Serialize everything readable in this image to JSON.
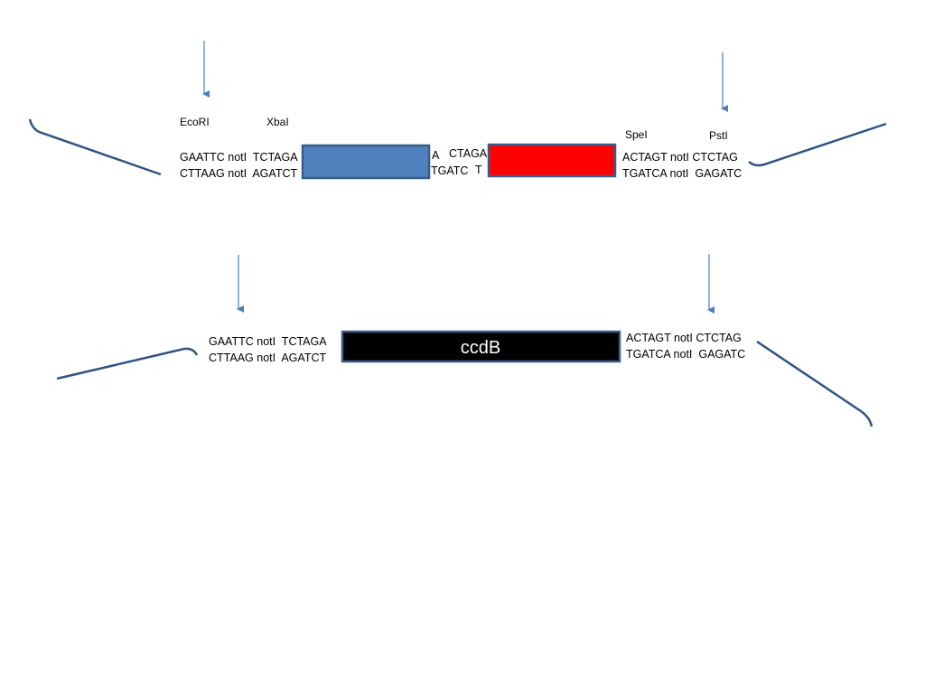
{
  "colors": {
    "line": "#2f5383",
    "arrow": "#4a7ebb",
    "box_stroke": "#385d8a",
    "blue_box": "#4f81bd",
    "red_box": "#ff0000",
    "black_box": "#000000"
  },
  "top_construct": {
    "enzymes": {
      "ecori": "EcoRI",
      "xbai": "XbaI",
      "spei": "SpeI",
      "psti": "PstI"
    },
    "left_site": {
      "top": "GAATTC notI  TCTAGA",
      "bottom": "CTTAAG notI  AGATCT"
    },
    "junction": {
      "top_a": "A",
      "top_ctaga": "CTAGA",
      "bottom_tgatc": "TGATC",
      "bottom_t": "T"
    },
    "right_site": {
      "top": "ACTAGT notI CTCTAG",
      "bottom": "TGATCA notI  GAGATC"
    }
  },
  "bottom_construct": {
    "left_site": {
      "top": "GAATTC notI  TCTAGA",
      "bottom": "CTTAAG notI  AGATCT"
    },
    "insert_label": "ccdB",
    "right_site": {
      "top": "ACTAGT notI CTCTAG",
      "bottom": "TGATCA notI  GAGATC"
    }
  }
}
